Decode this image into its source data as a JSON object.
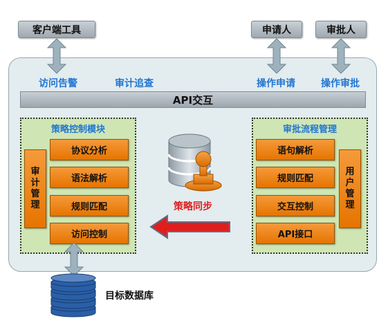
{
  "top_boxes": {
    "client_tools": "客户端工具",
    "applicant": "申请人",
    "approver": "审批人"
  },
  "bar_labels": {
    "access_alert": "访问告警",
    "audit_trace": "审计追查",
    "operation_request": "操作申请",
    "operation_approval": "操作审批"
  },
  "api_bar": "API交互",
  "left_module": {
    "title": "策略控制模块",
    "audit_chars": [
      "审",
      "计",
      "管",
      "理"
    ],
    "items": [
      "协议分析",
      "语法解析",
      "规则匹配",
      "访问控制"
    ]
  },
  "right_module": {
    "title": "审批流程管理",
    "items": [
      "语句解析",
      "规则匹配",
      "交互控制",
      "API接口"
    ],
    "user_chars": [
      "用",
      "户",
      "管",
      "理"
    ]
  },
  "center": {
    "sync_label": "策略同步"
  },
  "database": {
    "label": "目标数据库"
  },
  "colors": {
    "orange": "#f08a1c",
    "panel_green": "#cfe6b4",
    "label_blue": "#2176d2",
    "sync_red": "#e01e1e",
    "arrow_gray": "#9eb2bd",
    "db_blue": "#2a5fa7"
  },
  "icons": [
    "double-arrow-icon",
    "database-stamp-icon",
    "left-arrow-icon",
    "database-icon"
  ]
}
